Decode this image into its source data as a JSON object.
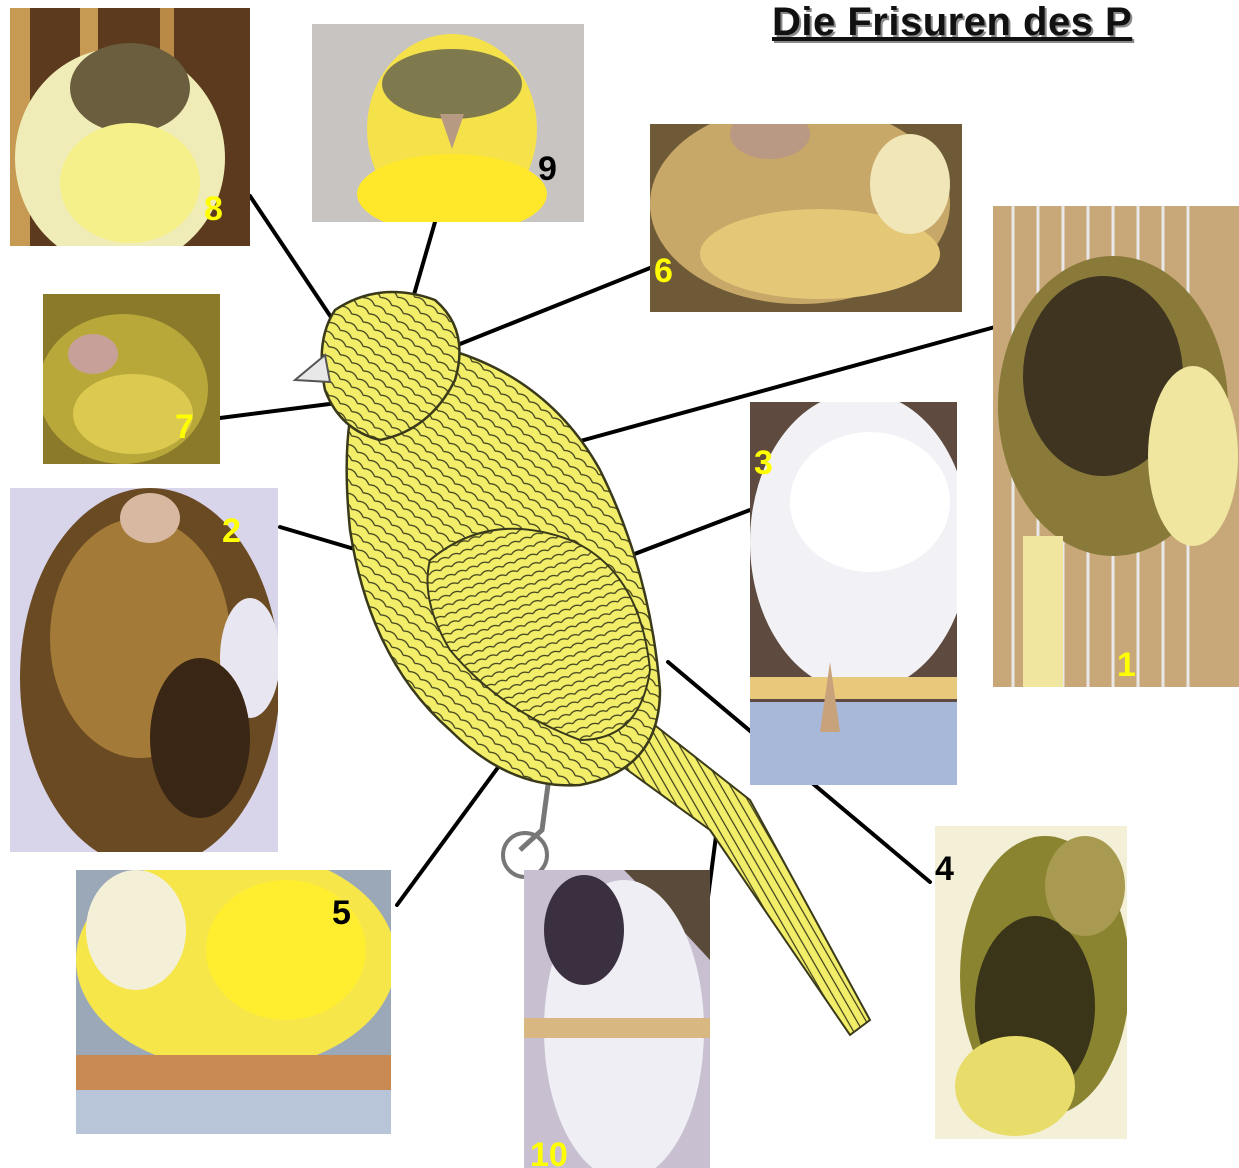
{
  "title": "Die Frisuren des P",
  "colors": {
    "bird_fill": "#f2ee6a",
    "bird_stroke": "#3a3a1a",
    "label_yellow": "#ffff00",
    "label_black": "#000000",
    "connector": "#000000"
  },
  "photos": [
    {
      "id": "8",
      "label": "8",
      "label_color": "yellow"
    },
    {
      "id": "9",
      "label": "9",
      "label_color": "black"
    },
    {
      "id": "6",
      "label": "6",
      "label_color": "yellow"
    },
    {
      "id": "7",
      "label": "7",
      "label_color": "yellow"
    },
    {
      "id": "2",
      "label": "2",
      "label_color": "yellow"
    },
    {
      "id": "3",
      "label": "3",
      "label_color": "yellow"
    },
    {
      "id": "1",
      "label": "1",
      "label_color": "yellow"
    },
    {
      "id": "5",
      "label": "5",
      "label_color": "black"
    },
    {
      "id": "10",
      "label": "10",
      "label_color": "yellow"
    },
    {
      "id": "4",
      "label": "4",
      "label_color": "black"
    }
  ]
}
